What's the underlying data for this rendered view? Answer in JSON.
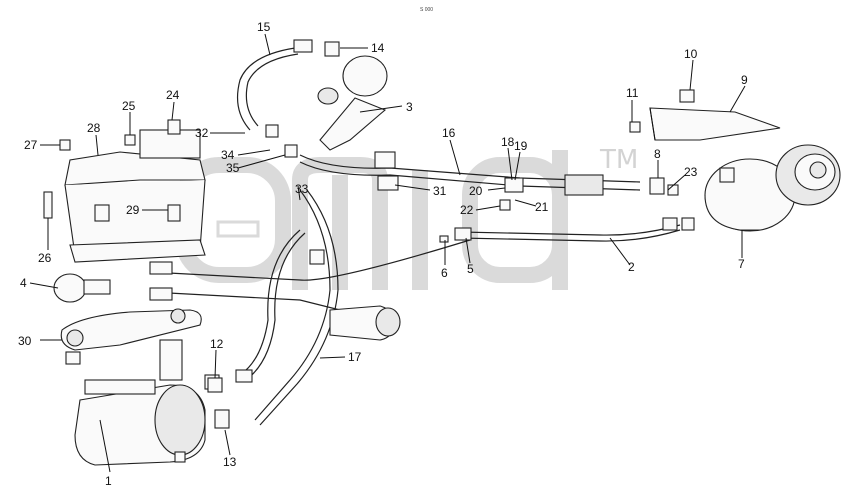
{
  "header": {
    "small_text": "S 000"
  },
  "watermark": {
    "tm": "TM"
  },
  "callouts": [
    "1",
    "2",
    "3",
    "4",
    "5",
    "6",
    "7",
    "8",
    "9",
    "10",
    "11",
    "12",
    "13",
    "14",
    "15",
    "16",
    "17",
    "18",
    "19",
    "20",
    "21",
    "22",
    "23",
    "24",
    "25",
    "26",
    "27",
    "28",
    "29",
    "30",
    "31",
    "32",
    "33",
    "34",
    "35"
  ]
}
